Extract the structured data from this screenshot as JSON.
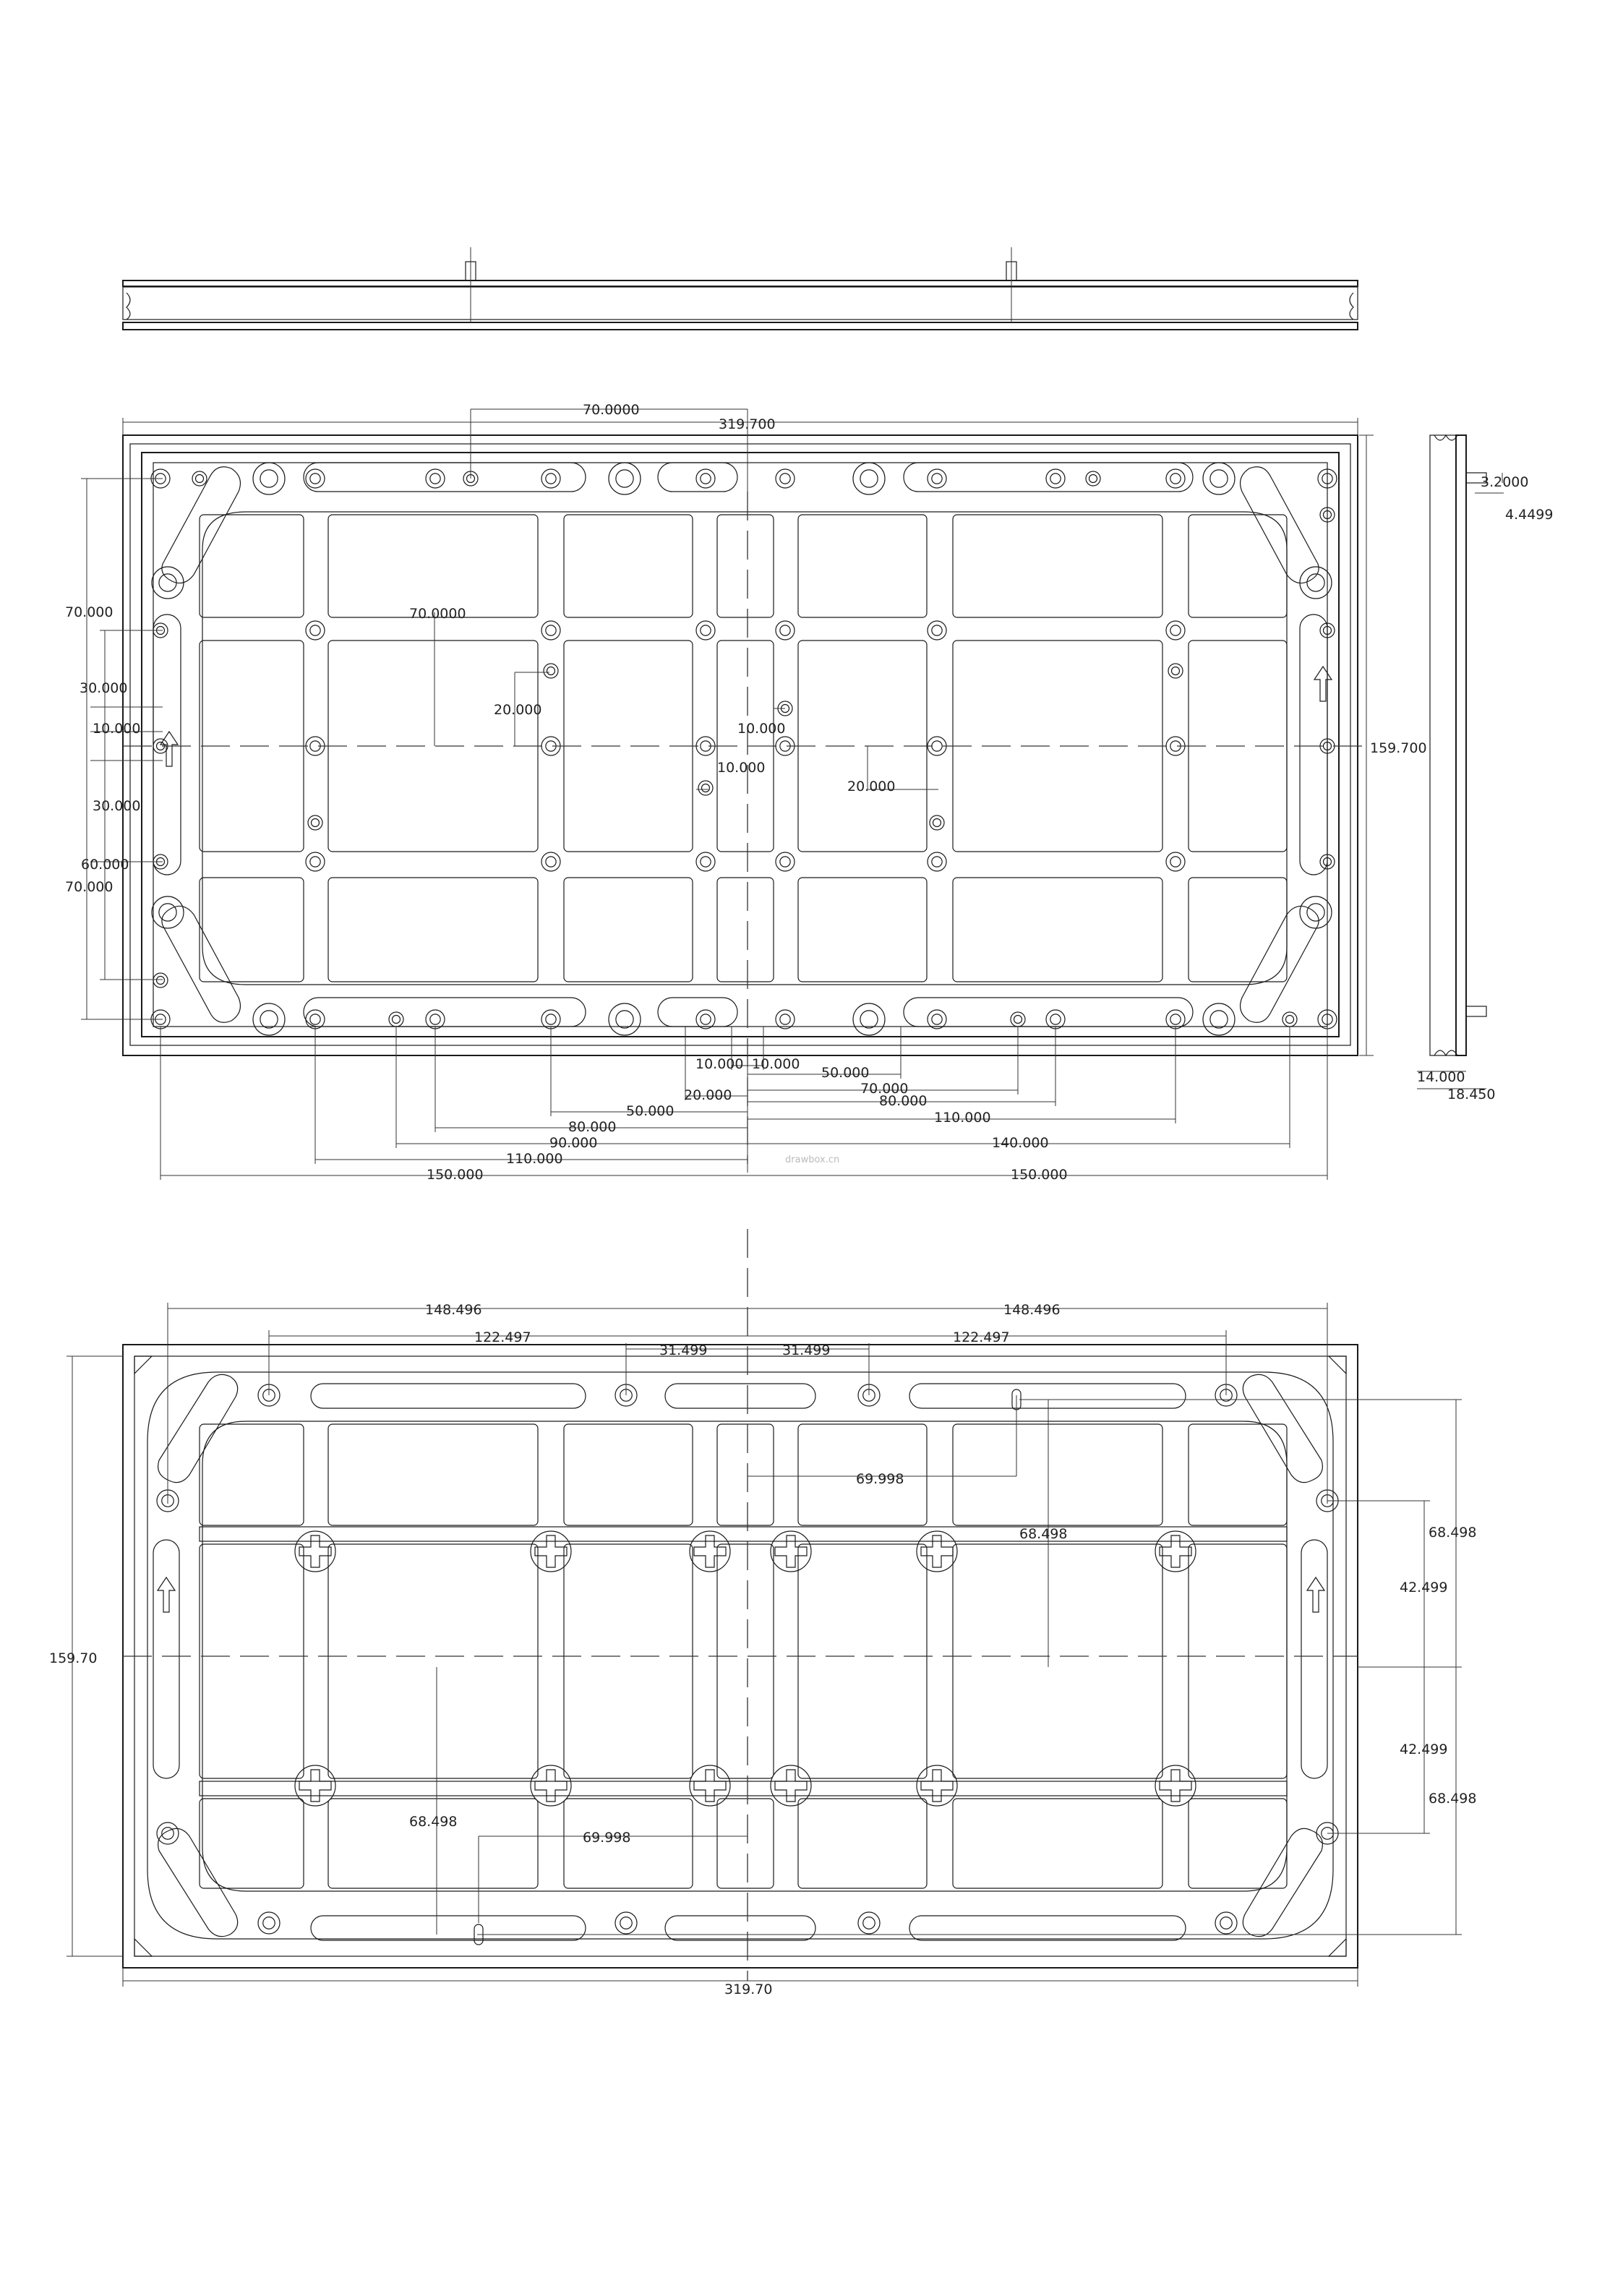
{
  "top_view": {
    "overall_width": "319.700",
    "overall_height": "159.700",
    "profile_dims": {
      "step": "3.2000",
      "depth": "4.4499",
      "inner_thickness": "14.000",
      "outer_thickness": "18.450"
    },
    "center_offsets": {
      "horizontal": "70.0000",
      "vertical": "70.0000"
    },
    "left_vertical": [
      "70.000",
      "30.000",
      "10.000",
      "30.000",
      "60.000",
      "70.000"
    ],
    "inner_vertical": {
      "left": "20.000",
      "right": "20.000",
      "mid_left": "10.000",
      "mid_right": "10.000"
    },
    "bottom_left": [
      "10.000",
      "20.000",
      "50.000",
      "80.000",
      "90.000",
      "110.000",
      "150.000"
    ],
    "bottom_right": [
      "10.000",
      "50.000",
      "70.000",
      "80.000",
      "110.000",
      "140.000",
      "150.000"
    ]
  },
  "bottom_view": {
    "overall_width": "319.70",
    "overall_height": "159.70",
    "top_left": [
      "148.496",
      "122.497",
      "31.499"
    ],
    "top_right": [
      "148.496",
      "122.497",
      "31.499"
    ],
    "inner": {
      "upper_offset": "69.998",
      "upper_rise": "68.498",
      "lower_offset": "69.998",
      "lower_rise": "68.498"
    },
    "right_side": [
      "68.498",
      "42.499",
      "42.499",
      "68.498"
    ]
  },
  "watermark": "drawbox.cn"
}
